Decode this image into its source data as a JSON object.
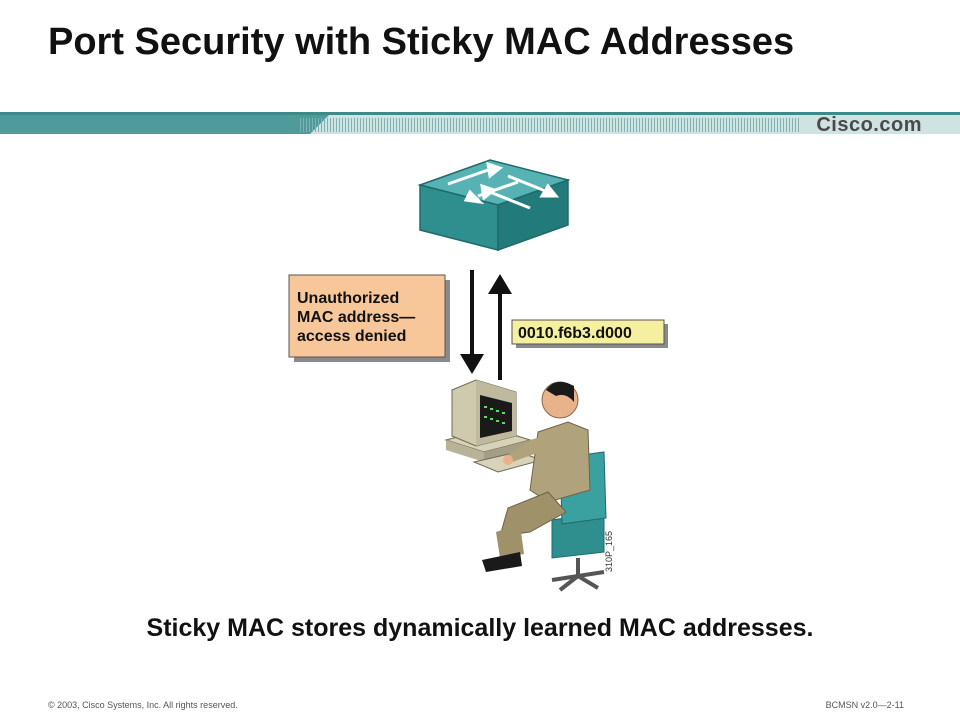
{
  "title": "Port Security with Sticky MAC Addresses",
  "brand": "Cisco.com",
  "diagram": {
    "denied_label_lines": [
      "Unauthorized",
      "MAC address—",
      "access denied"
    ],
    "mac_label": "0010.f6b3.d000",
    "figure_code": "310P_165"
  },
  "caption": "Sticky MAC stores dynamically learned MAC addresses.",
  "footer": {
    "copyright": "© 2003, Cisco Systems, Inc. All rights reserved.",
    "course": "BCMSN v2.0—2-11"
  },
  "colors": {
    "teal": "#2f8f8f",
    "label_orange": "#f7c79a",
    "label_yellow": "#f4f0a0"
  }
}
